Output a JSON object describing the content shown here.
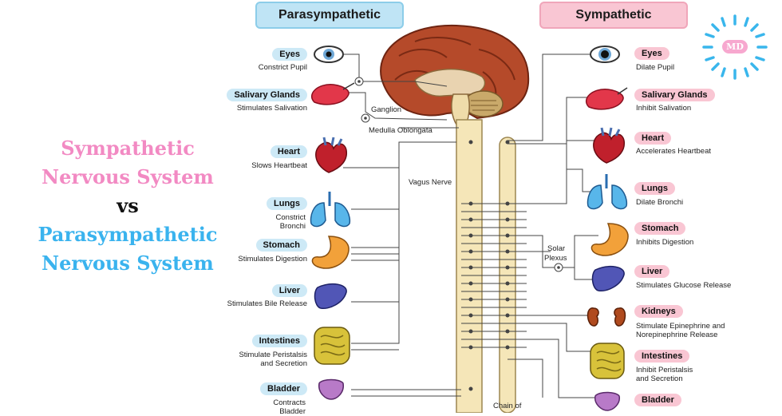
{
  "colors": {
    "pink": "#f28ac3",
    "blue": "#3ab3ee",
    "cyan_pill": "#cde9f6",
    "pink_pill": "#f9c6d3",
    "dark_text": "#111111",
    "line": "#444444"
  },
  "title": {
    "line1": "Sympathetic",
    "line2": "Nervous System",
    "line3": "vs",
    "line4": "Parasympathetic",
    "line5": "Nervous System"
  },
  "headers": {
    "parasympathetic": "Parasympathetic",
    "sympathetic": "Sympathetic"
  },
  "logo": {
    "text": "MD",
    "icon": "sunburst-logo"
  },
  "parasympathetic_items": [
    {
      "organ": "Eyes",
      "desc1": "Constrict Pupil",
      "desc2": "",
      "icon": "eye-icon"
    },
    {
      "organ": "Salivary Glands",
      "desc1": "Stimulates Salivation",
      "desc2": "",
      "icon": "salivary-gland-icon"
    },
    {
      "organ": "Heart",
      "desc1": "Slows Heartbeat",
      "desc2": "",
      "icon": "heart-icon"
    },
    {
      "organ": "Lungs",
      "desc1": "Constrict",
      "desc2": "Bronchi",
      "icon": "lungs-icon"
    },
    {
      "organ": "Stomach",
      "desc1": "Stimulates Digestion",
      "desc2": "",
      "icon": "stomach-icon"
    },
    {
      "organ": "Liver",
      "desc1": "Stimulates Bile Release",
      "desc2": "",
      "icon": "liver-icon"
    },
    {
      "organ": "Intestines",
      "desc1": "Stimulate Peristalsis",
      "desc2": "and Secretion",
      "icon": "intestines-icon"
    },
    {
      "organ": "Bladder",
      "desc1": "Contracts",
      "desc2": "Bladder",
      "icon": "bladder-icon"
    }
  ],
  "sympathetic_items": [
    {
      "organ": "Eyes",
      "desc1": "Dilate Pupil",
      "desc2": "",
      "icon": "eye-icon"
    },
    {
      "organ": "Salivary Glands",
      "desc1": "Inhibit Salivation",
      "desc2": "",
      "icon": "salivary-gland-icon"
    },
    {
      "organ": "Heart",
      "desc1": "Accelerates Heartbeat",
      "desc2": "",
      "icon": "heart-icon"
    },
    {
      "organ": "Lungs",
      "desc1": "Dilate Bronchi",
      "desc2": "",
      "icon": "lungs-icon"
    },
    {
      "organ": "Stomach",
      "desc1": "Inhibits Digestion",
      "desc2": "",
      "icon": "stomach-icon"
    },
    {
      "organ": "Liver",
      "desc1": "Stimulates Glucose Release",
      "desc2": "",
      "icon": "liver-icon"
    },
    {
      "organ": "Kidneys",
      "desc1": "Stimulate Epinephrine and",
      "desc2": "Norepinephrine Release",
      "icon": "kidneys-icon"
    },
    {
      "organ": "Intestines",
      "desc1": "Inhibit Peristalsis",
      "desc2": "and Secretion",
      "icon": "intestines-icon"
    },
    {
      "organ": "Bladder",
      "desc1": "",
      "desc2": "",
      "icon": "bladder-icon"
    }
  ],
  "structure_labels": {
    "ganglion": "Ganglion",
    "medulla": "Medulla Oblongata",
    "vagus": "Vagus Nerve",
    "solar1": "Solar",
    "solar2": "Plexus",
    "chain": "Chain of"
  }
}
